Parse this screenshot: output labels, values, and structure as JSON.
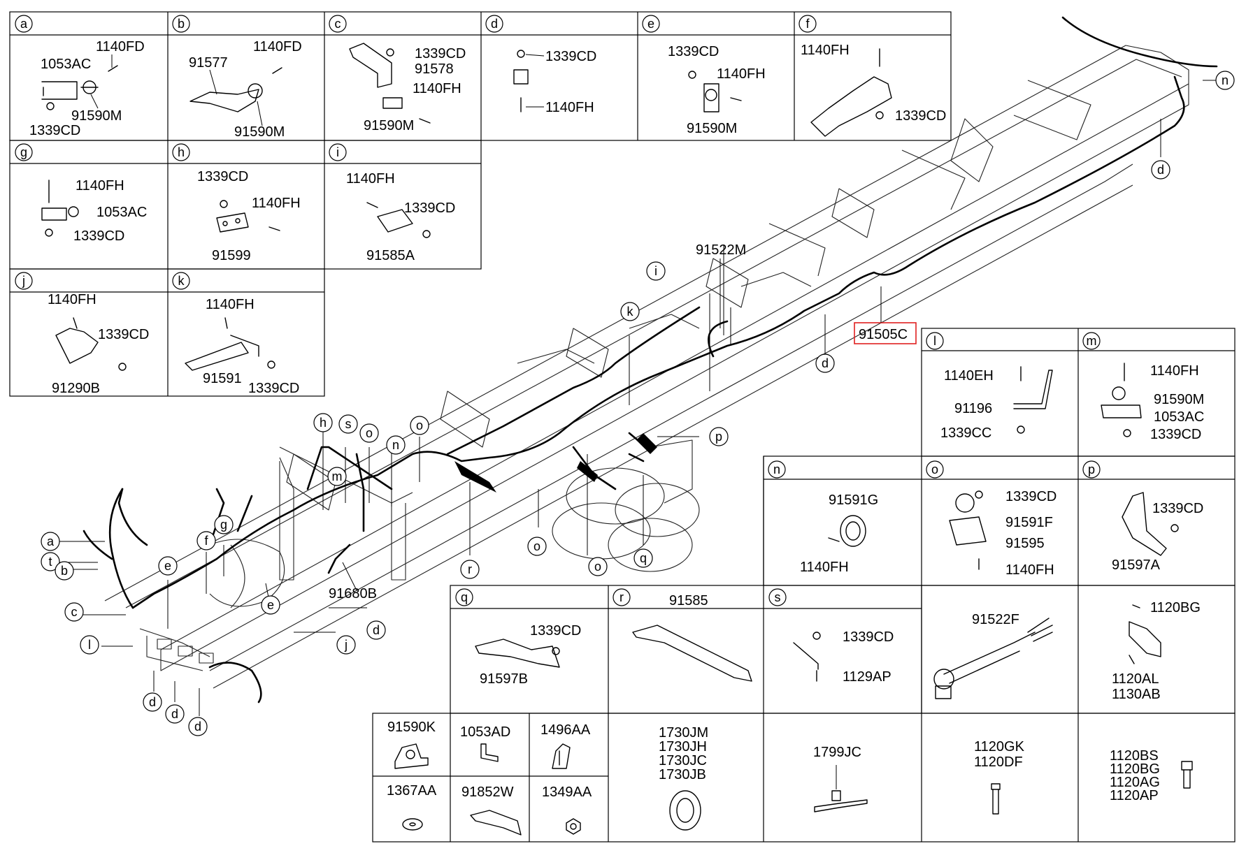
{
  "insets": [
    {
      "letter": "a",
      "parts": [
        "1140FD",
        "1053AC",
        "91590M",
        "1339CD"
      ]
    },
    {
      "letter": "b",
      "parts": [
        "1140FD",
        "91577",
        "91590M"
      ]
    },
    {
      "letter": "c",
      "parts": [
        "1339CD",
        "91578",
        "1140FH",
        "91590M"
      ]
    },
    {
      "letter": "d",
      "parts": [
        "1339CD",
        "1140FH"
      ]
    },
    {
      "letter": "e",
      "parts": [
        "1339CD",
        "1140FH",
        "91590M"
      ]
    },
    {
      "letter": "f",
      "parts": [
        "1140FH",
        "1339CD"
      ]
    },
    {
      "letter": "g",
      "parts": [
        "1140FH",
        "1053AC",
        "1339CD"
      ]
    },
    {
      "letter": "h",
      "parts": [
        "1339CD",
        "1140FH",
        "91599"
      ]
    },
    {
      "letter": "i",
      "parts": [
        "1140FH",
        "1339CD",
        "91585A"
      ]
    },
    {
      "letter": "j",
      "parts": [
        "1140FH",
        "1339CD",
        "91290B"
      ]
    },
    {
      "letter": "k",
      "parts": [
        "1140FH",
        "91591",
        "1339CD"
      ]
    },
    {
      "letter": "l",
      "parts": [
        "1140EH",
        "91196",
        "1339CC"
      ]
    },
    {
      "letter": "m",
      "parts": [
        "1140FH",
        "91590M",
        "1053AC",
        "1339CD"
      ]
    },
    {
      "letter": "n",
      "parts": [
        "91591G",
        "1140FH"
      ]
    },
    {
      "letter": "o",
      "parts": [
        "1339CD",
        "91591F",
        "91595",
        "1140FH"
      ]
    },
    {
      "letter": "p",
      "parts": [
        "1339CD",
        "91597A"
      ]
    },
    {
      "letter": "q",
      "parts": [
        "1339CD",
        "91597B"
      ]
    },
    {
      "letter": "r",
      "parts": [
        "91585"
      ]
    },
    {
      "letter": "s",
      "parts": [
        "1339CD",
        "1129AP"
      ]
    }
  ],
  "loose_parts": {
    "connector": "91522F",
    "bolt_bracket": [
      "1120BG",
      "1120AL",
      "1130AB"
    ],
    "grid": [
      "91590K",
      "1053AD",
      "1496AA",
      "1367AA",
      "91852W",
      "1349AA"
    ],
    "grommet": [
      "1730JM",
      "1730JH",
      "1730JC",
      "1730JB"
    ],
    "tie": "1799JC",
    "screw": [
      "1120GK",
      "1120DF"
    ],
    "bolt": [
      "1120BS",
      "1120BG",
      "1120AG",
      "1120AP"
    ]
  },
  "main_view": {
    "highlighted_part": "91505C",
    "highlight_color": "#e02020",
    "harness_labels": [
      "91522M",
      "91680B"
    ],
    "callout_letters": [
      "n",
      "d",
      "d",
      "i",
      "k",
      "p",
      "h",
      "s",
      "o",
      "n",
      "o",
      "m",
      "a",
      "t",
      "b",
      "c",
      "e",
      "f",
      "g",
      "e",
      "l",
      "d",
      "d",
      "d",
      "j",
      "d",
      "r",
      "o",
      "o",
      "q"
    ]
  }
}
